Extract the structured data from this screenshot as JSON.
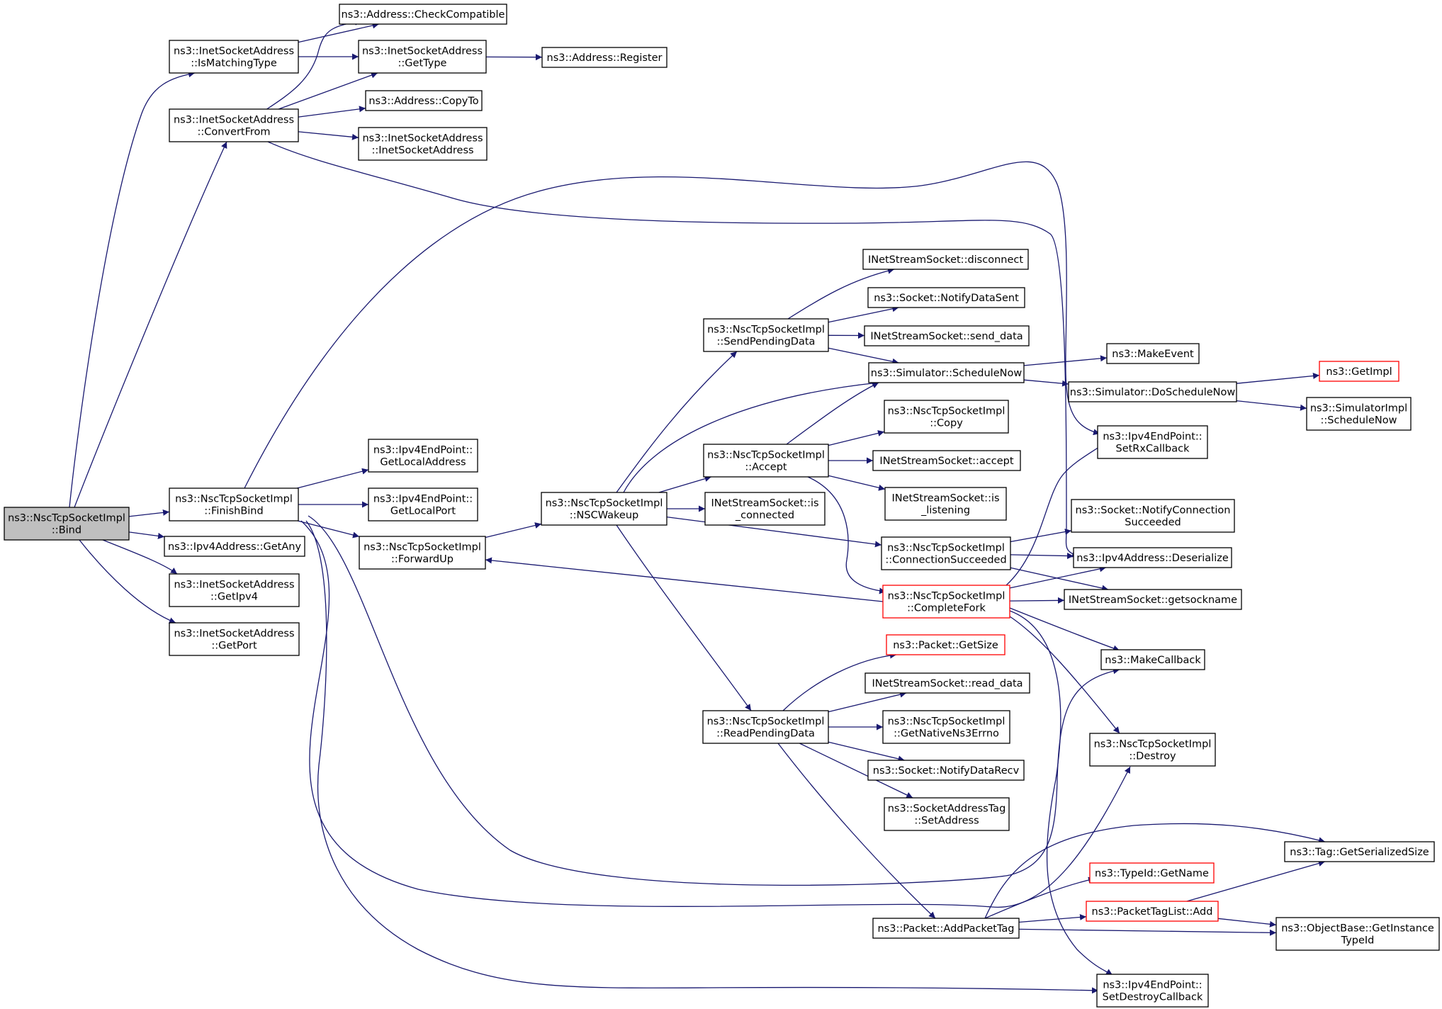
{
  "colors": {
    "edge": "#191970",
    "root_fill": "#bfbfbf",
    "highlight_border": "#ff0000",
    "border": "#000000",
    "background": "#ffffff"
  },
  "nodes": {
    "bind": {
      "lines": [
        "ns3::NscTcpSocketImpl",
        "::Bind"
      ],
      "style": "root"
    },
    "ismatchingtype": {
      "lines": [
        "ns3::InetSocketAddress",
        "::IsMatchingType"
      ]
    },
    "convertfrom": {
      "lines": [
        "ns3::InetSocketAddress",
        "::ConvertFrom"
      ]
    },
    "finishbind": {
      "lines": [
        "ns3::NscTcpSocketImpl",
        "::FinishBind"
      ]
    },
    "getany": {
      "lines": [
        "ns3::Ipv4Address::GetAny"
      ]
    },
    "getipv4": {
      "lines": [
        "ns3::InetSocketAddress",
        "::GetIpv4"
      ]
    },
    "getport": {
      "lines": [
        "ns3::InetSocketAddress",
        "::GetPort"
      ]
    },
    "checkcompatible": {
      "lines": [
        "ns3::Address::CheckCompatible"
      ]
    },
    "gettype": {
      "lines": [
        "ns3::InetSocketAddress",
        "::GetType"
      ]
    },
    "copyto": {
      "lines": [
        "ns3::Address::CopyTo"
      ]
    },
    "inetsocketaddress": {
      "lines": [
        "ns3::InetSocketAddress",
        "::InetSocketAddress"
      ]
    },
    "register": {
      "lines": [
        "ns3::Address::Register"
      ]
    },
    "getlocaladdress": {
      "lines": [
        "ns3::Ipv4EndPoint::",
        "GetLocalAddress"
      ]
    },
    "getlocalport": {
      "lines": [
        "ns3::Ipv4EndPoint::",
        "GetLocalPort"
      ]
    },
    "forwardup": {
      "lines": [
        "ns3::NscTcpSocketImpl",
        "::ForwardUp"
      ]
    },
    "nscwakeup": {
      "lines": [
        "ns3::NscTcpSocketImpl",
        "::NSCWakeup"
      ]
    },
    "sendpendingdata": {
      "lines": [
        "ns3::NscTcpSocketImpl",
        "::SendPendingData"
      ]
    },
    "accept": {
      "lines": [
        "ns3::NscTcpSocketImpl",
        "::Accept"
      ]
    },
    "isconnected": {
      "lines": [
        "INetStreamSocket::is",
        "_connected"
      ]
    },
    "connectionsucceeded": {
      "lines": [
        "ns3::NscTcpSocketImpl",
        "::ConnectionSucceeded"
      ]
    },
    "completefork": {
      "lines": [
        "ns3::NscTcpSocketImpl",
        "::CompleteFork"
      ],
      "style": "red"
    },
    "readpendingdata": {
      "lines": [
        "ns3::NscTcpSocketImpl",
        "::ReadPendingData"
      ]
    },
    "disconnect": {
      "lines": [
        "INetStreamSocket::disconnect"
      ]
    },
    "notifydatasent": {
      "lines": [
        "ns3::Socket::NotifyDataSent"
      ]
    },
    "senddata": {
      "lines": [
        "INetStreamSocket::send_data"
      ]
    },
    "schedulenow": {
      "lines": [
        "ns3::Simulator::ScheduleNow"
      ]
    },
    "copy": {
      "lines": [
        "ns3::NscTcpSocketImpl",
        "::Copy"
      ]
    },
    "inetaccept": {
      "lines": [
        "INetStreamSocket::accept"
      ]
    },
    "islistening": {
      "lines": [
        "INetStreamSocket::is",
        "_listening"
      ]
    },
    "getsize": {
      "lines": [
        "ns3::Packet::GetSize"
      ],
      "style": "red"
    },
    "readdata": {
      "lines": [
        "INetStreamSocket::read_data"
      ]
    },
    "getnativens3errno": {
      "lines": [
        "ns3::NscTcpSocketImpl",
        "::GetNativeNs3Errno"
      ]
    },
    "notifydatarecv": {
      "lines": [
        "ns3::Socket::NotifyDataRecv"
      ]
    },
    "setaddress": {
      "lines": [
        "ns3::SocketAddressTag",
        "::SetAddress"
      ]
    },
    "addpackettag": {
      "lines": [
        "ns3::Packet::AddPacketTag"
      ]
    },
    "makeevent": {
      "lines": [
        "ns3::MakeEvent"
      ]
    },
    "doschedulenow": {
      "lines": [
        "ns3::Simulator::DoScheduleNow"
      ]
    },
    "setrxcallback": {
      "lines": [
        "ns3::Ipv4EndPoint::",
        "SetRxCallback"
      ]
    },
    "notifyconnectionsucceeded": {
      "lines": [
        "ns3::Socket::NotifyConnection",
        "Succeeded"
      ]
    },
    "deserialize": {
      "lines": [
        "ns3::Ipv4Address::Deserialize"
      ]
    },
    "getsockname": {
      "lines": [
        "INetStreamSocket::getsockname"
      ]
    },
    "makecallback": {
      "lines": [
        "ns3::MakeCallback"
      ]
    },
    "destroy": {
      "lines": [
        "ns3::NscTcpSocketImpl",
        "::Destroy"
      ]
    },
    "getname": {
      "lines": [
        "ns3::TypeId::GetName"
      ],
      "style": "red"
    },
    "packettaglistadd": {
      "lines": [
        "ns3::PacketTagList::Add"
      ],
      "style": "red"
    },
    "setdestroycallback": {
      "lines": [
        "ns3::Ipv4EndPoint::",
        "SetDestroyCallback"
      ]
    },
    "getimpl": {
      "lines": [
        "ns3::GetImpl"
      ],
      "style": "red"
    },
    "simulatorimplschedulenow": {
      "lines": [
        "ns3::SimulatorImpl",
        "::ScheduleNow"
      ]
    },
    "getserializedsize": {
      "lines": [
        "ns3::Tag::GetSerializedSize"
      ]
    },
    "getinstancetypeid": {
      "lines": [
        "ns3::ObjectBase::GetInstance",
        "TypeId"
      ]
    }
  },
  "edges": [
    [
      "bind",
      "ismatchingtype"
    ],
    [
      "bind",
      "convertfrom"
    ],
    [
      "bind",
      "finishbind"
    ],
    [
      "bind",
      "getany"
    ],
    [
      "bind",
      "getipv4"
    ],
    [
      "bind",
      "getport"
    ],
    [
      "ismatchingtype",
      "checkcompatible"
    ],
    [
      "ismatchingtype",
      "gettype"
    ],
    [
      "convertfrom",
      "checkcompatible"
    ],
    [
      "convertfrom",
      "gettype"
    ],
    [
      "convertfrom",
      "copyto"
    ],
    [
      "convertfrom",
      "inetsocketaddress"
    ],
    [
      "convertfrom",
      "deserialize"
    ],
    [
      "gettype",
      "register"
    ],
    [
      "finishbind",
      "getlocaladdress"
    ],
    [
      "finishbind",
      "getlocalport"
    ],
    [
      "finishbind",
      "forwardup"
    ],
    [
      "finishbind",
      "setrxcallback"
    ],
    [
      "finishbind",
      "makecallback"
    ],
    [
      "finishbind",
      "destroy"
    ],
    [
      "finishbind",
      "setdestroycallback"
    ],
    [
      "forwardup",
      "nscwakeup"
    ],
    [
      "nscwakeup",
      "sendpendingdata"
    ],
    [
      "nscwakeup",
      "schedulenow"
    ],
    [
      "nscwakeup",
      "accept"
    ],
    [
      "nscwakeup",
      "isconnected"
    ],
    [
      "nscwakeup",
      "connectionsucceeded"
    ],
    [
      "nscwakeup",
      "readpendingdata"
    ],
    [
      "sendpendingdata",
      "disconnect"
    ],
    [
      "sendpendingdata",
      "notifydatasent"
    ],
    [
      "sendpendingdata",
      "senddata"
    ],
    [
      "sendpendingdata",
      "schedulenow"
    ],
    [
      "accept",
      "schedulenow"
    ],
    [
      "accept",
      "copy"
    ],
    [
      "accept",
      "inetaccept"
    ],
    [
      "accept",
      "islistening"
    ],
    [
      "accept",
      "completefork"
    ],
    [
      "connectionsucceeded",
      "notifyconnectionsucceeded"
    ],
    [
      "connectionsucceeded",
      "deserialize"
    ],
    [
      "connectionsucceeded",
      "getsockname"
    ],
    [
      "completefork",
      "forwardup"
    ],
    [
      "completefork",
      "setrxcallback"
    ],
    [
      "completefork",
      "deserialize"
    ],
    [
      "completefork",
      "getsockname"
    ],
    [
      "completefork",
      "makecallback"
    ],
    [
      "completefork",
      "destroy"
    ],
    [
      "completefork",
      "setdestroycallback"
    ],
    [
      "readpendingdata",
      "getsize"
    ],
    [
      "readpendingdata",
      "readdata"
    ],
    [
      "readpendingdata",
      "getnativens3errno"
    ],
    [
      "readpendingdata",
      "notifydatarecv"
    ],
    [
      "readpendingdata",
      "setaddress"
    ],
    [
      "readpendingdata",
      "addpackettag"
    ],
    [
      "addpackettag",
      "getname"
    ],
    [
      "addpackettag",
      "packettaglistadd"
    ],
    [
      "addpackettag",
      "getserializedsize"
    ],
    [
      "addpackettag",
      "getinstancetypeid"
    ],
    [
      "packettaglistadd",
      "getserializedsize"
    ],
    [
      "packettaglistadd",
      "getinstancetypeid"
    ],
    [
      "schedulenow",
      "makeevent"
    ],
    [
      "schedulenow",
      "doschedulenow"
    ],
    [
      "doschedulenow",
      "getimpl"
    ],
    [
      "doschedulenow",
      "simulatorimplschedulenow"
    ]
  ]
}
